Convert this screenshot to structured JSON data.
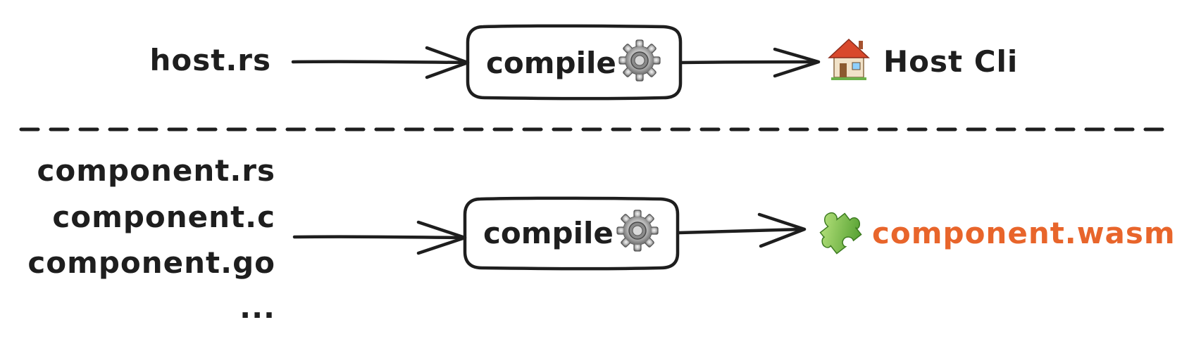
{
  "top_row": {
    "input_label": "host.rs",
    "process_label": "compile",
    "process_icon": "gear-icon",
    "output_icon": "house-icon",
    "output_label": "Host Cli"
  },
  "bottom_row": {
    "input_labels": [
      "component.rs",
      "component.c",
      "component.go",
      "..."
    ],
    "process_label": "compile",
    "process_icon": "gear-icon",
    "output_icon": "puzzle-piece-icon",
    "output_label": "component.wasm"
  },
  "colors": {
    "stroke": "#1e1e1e",
    "accent": "#e8652b"
  }
}
